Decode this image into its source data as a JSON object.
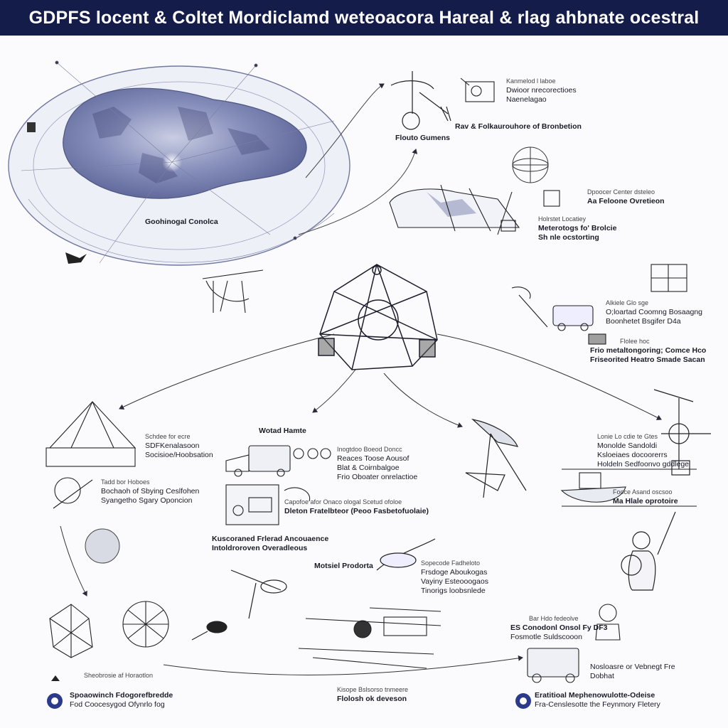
{
  "title": "GDPFS locent & Coltet Mordiclamd weteoacora Hareal & rlag ahbnate ocestral",
  "labels": {
    "globe": "Goohinogal Conolca",
    "r1": "Flouto Gumens",
    "r2a": "Kanmelod l laboe",
    "r2b": "Dwioor nrecorectioes",
    "r2c": "Naenelagao",
    "r3": "Rav & Folkaurouhore of Bronbetion",
    "r4a": "Dpoocer Center dsteleo",
    "r4b": "Aa Feloone Ovretieon",
    "r5a": "Holrstet Locatiey",
    "r5b": "Meterotogs fo' Brolcie",
    "r5c": "Sh nle ocstorting",
    "r6a": "Alkiele Glo sge",
    "r6b": "O;loartad Coomng Bosaagng",
    "r6c": "Boonhetet Bsgifer D4a",
    "r7a": "Flolee hoc",
    "r7b": "Frio metaltongoring; Comce Hco",
    "r7c": "Friseorited Heatro Smade Sacan",
    "l1a": "Schdee for ecre",
    "l1b": "SDFKenalasoon",
    "l1c": "Socisioe/Hoobsation",
    "l2a": "Tadd bor Hoboes",
    "l2b": "Bochaoh of Sbying Ceslfohen",
    "l2c": "Syangetho Sgary Oponcion",
    "c1": "Wotad Hamte",
    "c2a": "Inogtdoo Boeod Doncc",
    "c2b": "Reaces Toose Aousof",
    "c2c": "Blat & Coirnbalgoe",
    "c2d": "Frio Oboater onrelactioe",
    "c3a": "Capofoe afor Onaco ologal Scetud ofoloe",
    "c3b": "Dleton Fratelbteor (Peoo Fasbetofuolaie)",
    "c4a": "Kuscoraned Frlerad Ancouaence",
    "c4b": "Intoldroroven Overadleous",
    "rr1a": "Lonie Lo cdie te Gtes",
    "rr1b": "Monolde Sandoldi",
    "rr1c": "Ksloeiaes docoorerrs",
    "rr1d": "Holdeln Sedfoonvo gddlege",
    "rr2a": "Fooce Asand oscsoo",
    "rr2b": "Ma Hlale oprotoire",
    "m1": "Motsiel Prodorta",
    "m2a": "Sopecode Fadheloto",
    "m2b": "Frsdoge Aboukogas",
    "m2c": "Vayiny Esteooogaos",
    "m2d": "Tinorigs loobsnlede",
    "br1a": "Bar Hdo fedeolve",
    "br1b": "ES Conodonl Onsol Fy DF3",
    "br1c": "Fosmotle Suldscooon",
    "br2a": "Nosloasre or Vebnegt Fre",
    "br2b": "Dobhat",
    "br3a": "Eratitioal Mephenowulotte-Odeise",
    "br3b": "Fra-Censlesotte the Feynmory Fletery",
    "bl1": "Sheobrosie af Horaotlon",
    "bl2a": "Spoaowinch Fdogorefbredde",
    "bl2b": "Fod Coocesygod Ofynrlo fog",
    "bc1": "Kisope Bslsorso tnmeere",
    "bc2": "Flolosh ok deveson"
  },
  "colors": {
    "banner": "#141c4a",
    "ink": "#1c1c2e",
    "globe": "#6e78a8",
    "accent": "#2b3a8a"
  }
}
